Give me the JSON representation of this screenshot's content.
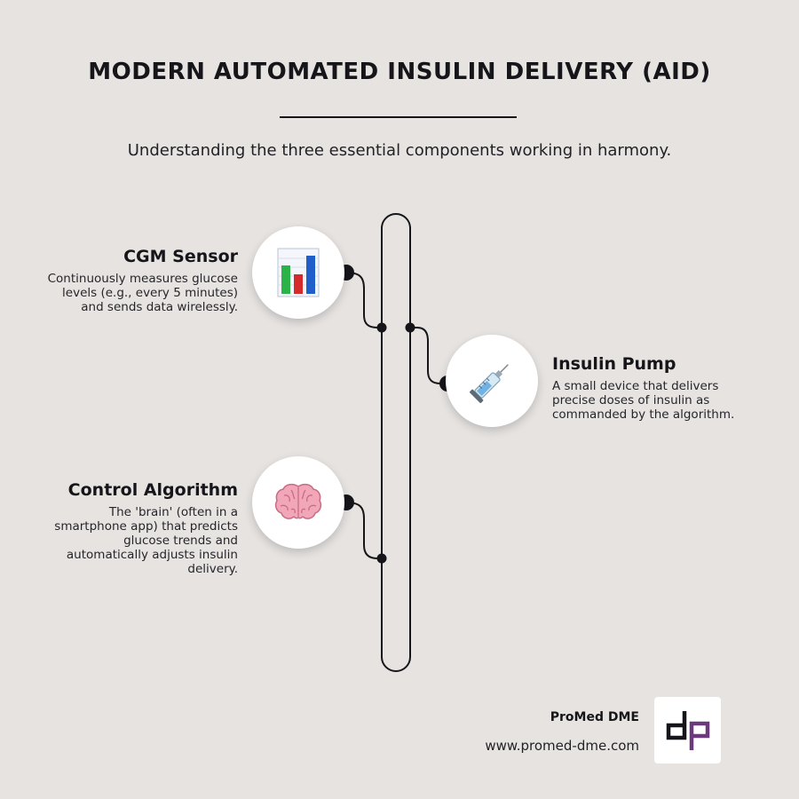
{
  "title": "MODERN AUTOMATED INSULIN DELIVERY (AID)",
  "subtitle": "Understanding the three essential components working in harmony.",
  "components": {
    "cgm": {
      "title": "CGM Sensor",
      "description": "Continuously measures glucose levels (e.g., every 5 minutes) and sends data wirelessly.",
      "icon": "bar-chart-icon"
    },
    "pump": {
      "title": "Insulin Pump",
      "description": "A small device that delivers precise doses of insulin as commanded by the algorithm.",
      "icon": "syringe-icon"
    },
    "algorithm": {
      "title": "Control Algorithm",
      "description": "The 'brain' (often in a smartphone app) that predicts glucose trends and automatically adjusts insulin delivery.",
      "icon": "brain-icon"
    }
  },
  "footer": {
    "brand": "ProMed DME",
    "url": "www.promed-dme.com"
  },
  "colors": {
    "background": "#e6e3e1",
    "ink": "#16161a",
    "logo_accent": "#6b3a7d"
  }
}
